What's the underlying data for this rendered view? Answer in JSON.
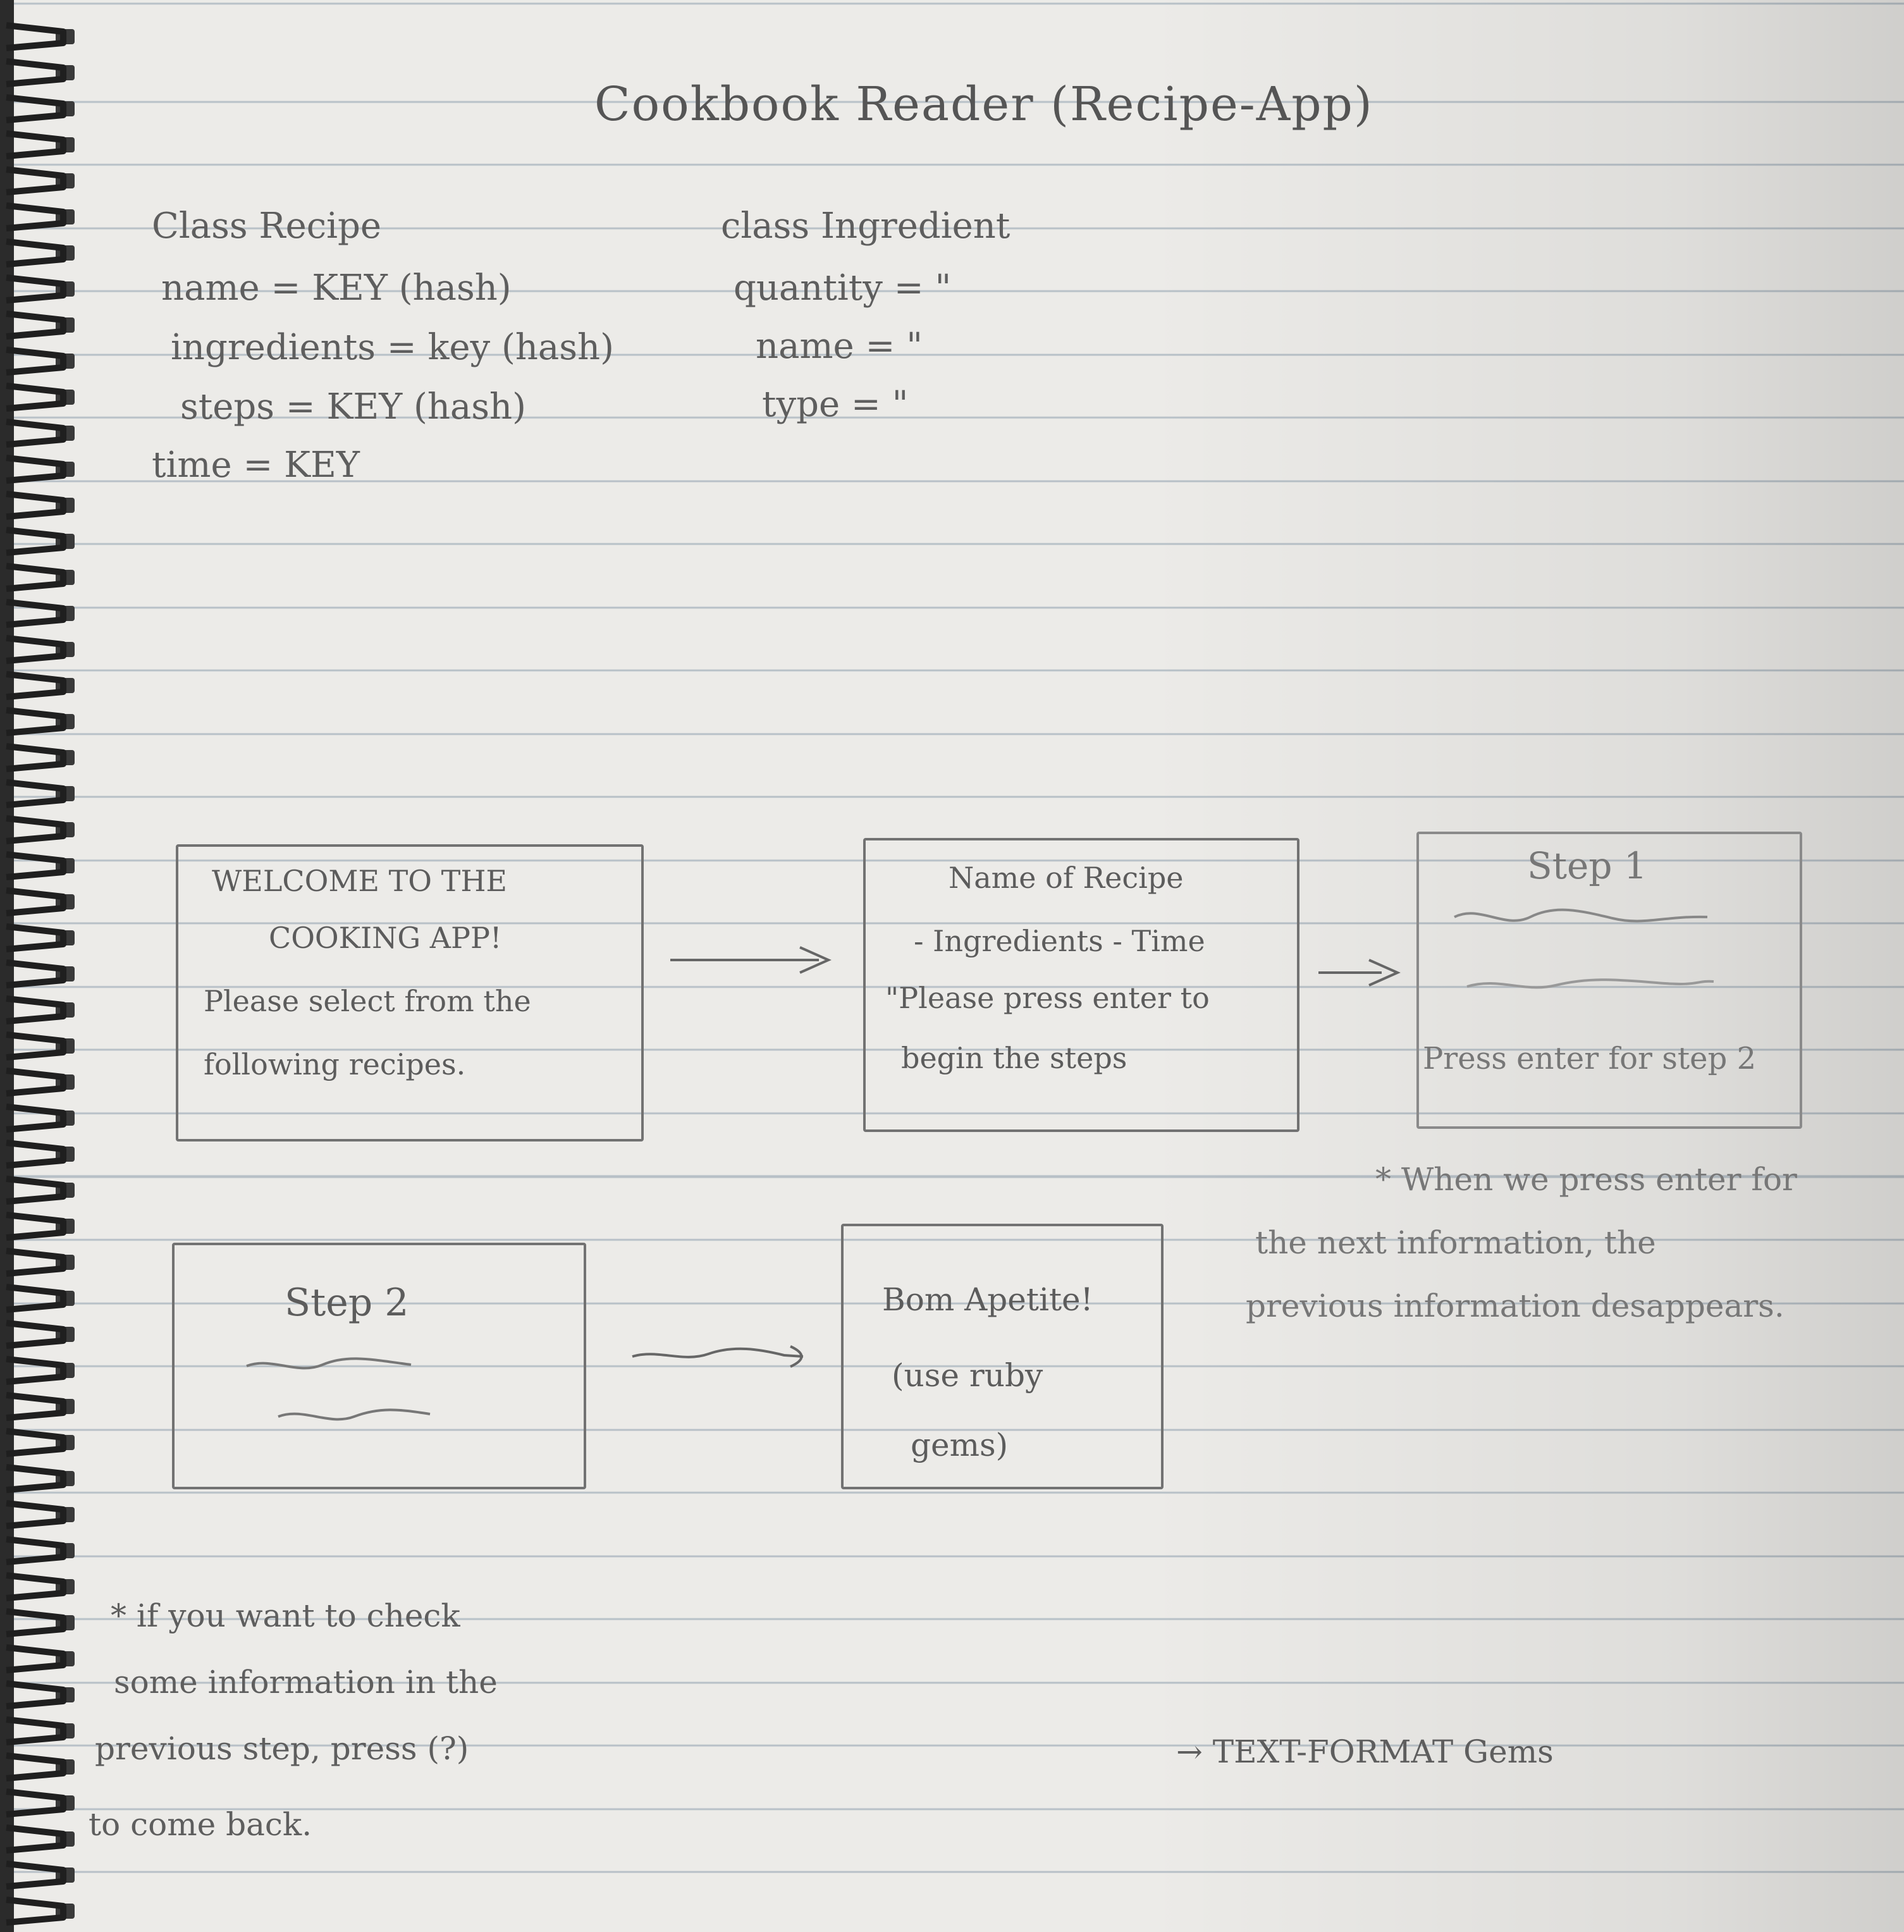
{
  "title": "Cookbook Reader (Recipe-App)",
  "class_recipe": {
    "header": "Class Recipe",
    "fields": [
      "name = KEY (hash)",
      "ingredients = key (hash)",
      "steps = KEY (hash)",
      "time = KEY"
    ]
  },
  "class_ingredient": {
    "header": "class Ingredient",
    "fields": [
      "quantity = \"",
      "name = \"",
      "type = \""
    ]
  },
  "screens": {
    "welcome": {
      "lines": [
        "WELCOME TO THE",
        "COOKING APP!",
        "Please select from the",
        "following recipes."
      ]
    },
    "recipe": {
      "lines": [
        "Name of Recipe",
        "- Ingredients - Time",
        "\"Please press enter to",
        "begin the steps"
      ]
    },
    "step1": {
      "title": "Step 1",
      "footer": "Press enter for step 2"
    },
    "step2": {
      "title": "Step 2"
    },
    "final": {
      "lines": [
        "Bom Apetite!",
        "(use ruby",
        "gems)"
      ]
    }
  },
  "notes": {
    "enter_note": [
      "* When we press enter for",
      "the next information, the",
      "previous information desappears."
    ],
    "back_note": [
      "* if you want to check",
      "some information in the",
      "previous step, press (?)",
      "to come back."
    ],
    "gems_note": "→ TEXT-FORMAT Gems"
  }
}
